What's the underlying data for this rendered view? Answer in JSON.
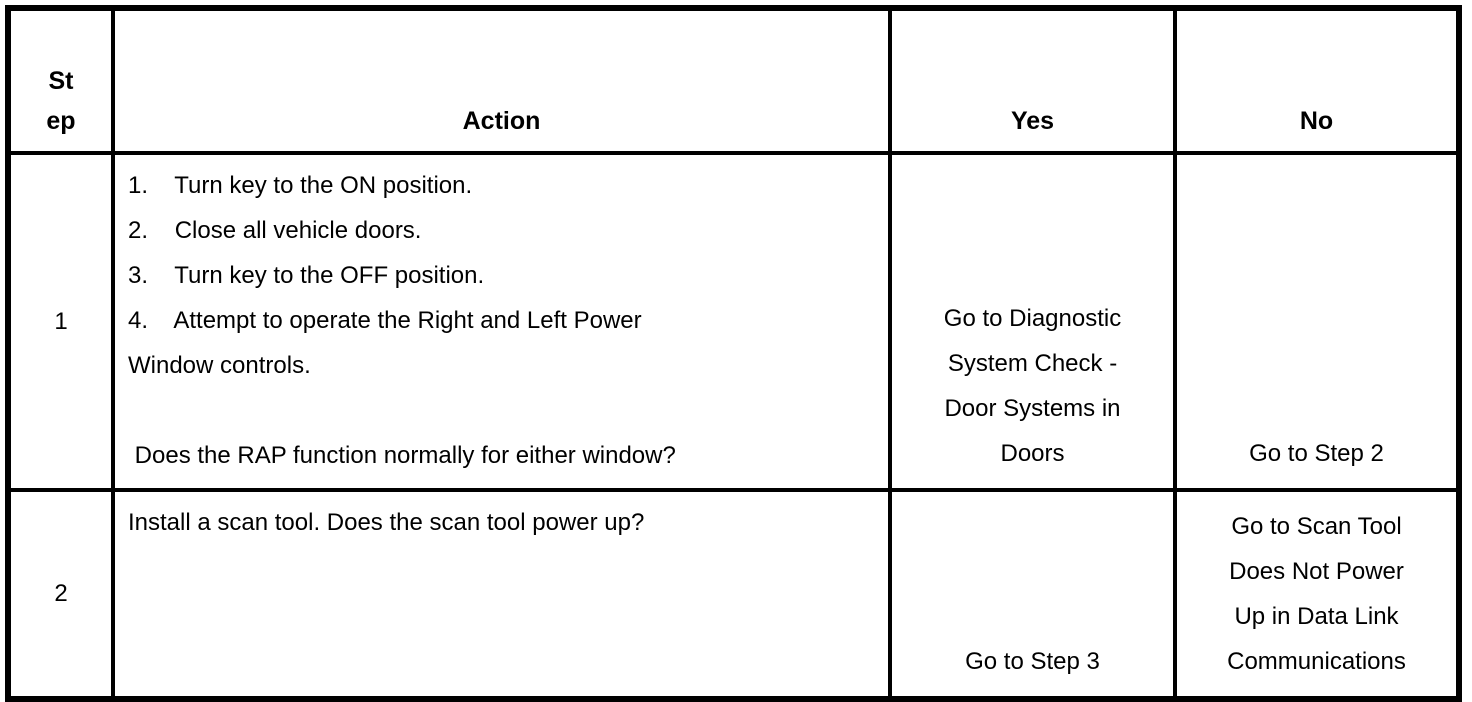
{
  "table": {
    "headers": {
      "step": "St\nep",
      "action": "Action",
      "yes": "Yes",
      "no": "No"
    },
    "rows": [
      {
        "step": "1",
        "action": "1.    Turn key to the ON position.\n2.    Close all vehicle doors.\n3.    Turn key to the OFF position.\n4.    Attempt to operate the Right and Left Power\nWindow controls.\n\n Does the RAP function normally for either window?",
        "yes": "Go to Diagnostic\nSystem Check -\nDoor Systems in\nDoors",
        "no": "Go to Step 2"
      },
      {
        "step": "2",
        "action": "Install a scan tool. Does the scan tool power up?",
        "yes": "Go to Step 3",
        "no": "Go to Scan Tool\nDoes Not Power\nUp in Data Link\nCommunications"
      }
    ]
  }
}
